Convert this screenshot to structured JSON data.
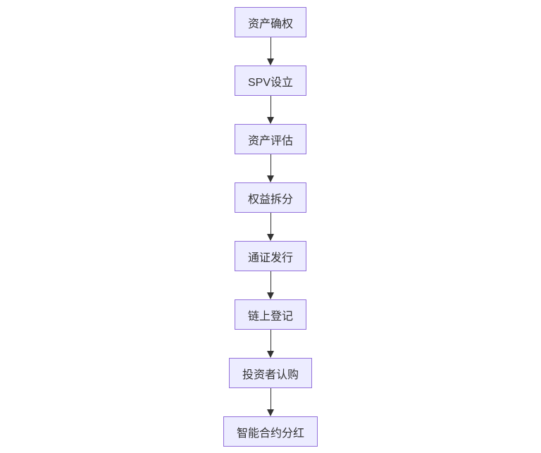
{
  "flowchart": {
    "type": "vertical-flowchart",
    "background": "#ffffff",
    "colors": {
      "node_fill": "#ECECFF",
      "node_border": "#9370DB",
      "text": "#333333",
      "arrow": "#333333"
    },
    "nodes": [
      {
        "label": "资产确权"
      },
      {
        "label": "SPV设立"
      },
      {
        "label": "资产评估"
      },
      {
        "label": "权益拆分"
      },
      {
        "label": "通证发行"
      },
      {
        "label": "链上登记"
      },
      {
        "label": "投资者认购"
      },
      {
        "label": "智能合约分红"
      }
    ],
    "edges": [
      {
        "from": 0,
        "to": 1
      },
      {
        "from": 1,
        "to": 2
      },
      {
        "from": 2,
        "to": 3
      },
      {
        "from": 3,
        "to": 4
      },
      {
        "from": 4,
        "to": 5
      },
      {
        "from": 5,
        "to": 6
      },
      {
        "from": 6,
        "to": 7
      }
    ]
  }
}
